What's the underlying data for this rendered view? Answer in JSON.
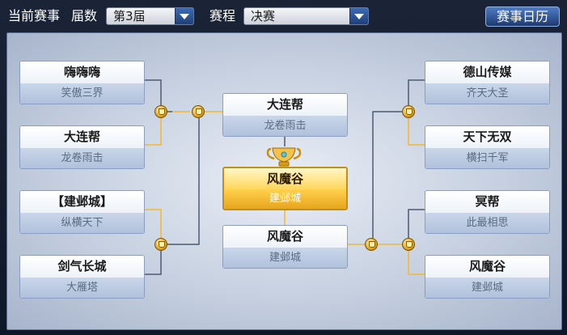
{
  "header": {
    "label_current": "当前赛事",
    "label_season": "届数",
    "season_value": "第3届",
    "label_stage": "赛程",
    "stage_value": "决赛",
    "calendar_button": "赛事日历"
  },
  "left_bracket": [
    {
      "name": "嗨嗨嗨",
      "server": "笑傲三界"
    },
    {
      "name": "大连帮",
      "server": "龙卷雨击"
    },
    {
      "name": "【建邺城】",
      "server": "纵横天下"
    },
    {
      "name": "剑气长城",
      "server": "大雁塔"
    }
  ],
  "right_bracket": [
    {
      "name": "德山传媒",
      "server": "齐天大圣"
    },
    {
      "name": "天下无双",
      "server": "横扫千军"
    },
    {
      "name": "冥帮",
      "server": "此最相思"
    },
    {
      "name": "风魔谷",
      "server": "建邺城"
    }
  ],
  "finalists": {
    "top": {
      "name": "大连帮",
      "server": "龙卷雨击"
    },
    "bottom": {
      "name": "风魔谷",
      "server": "建邺城"
    }
  },
  "champion": {
    "name": "风魔谷",
    "server": "建邺城"
  },
  "colors": {
    "win_line": "#f5b82a",
    "lose_line": "#4c5a70"
  }
}
